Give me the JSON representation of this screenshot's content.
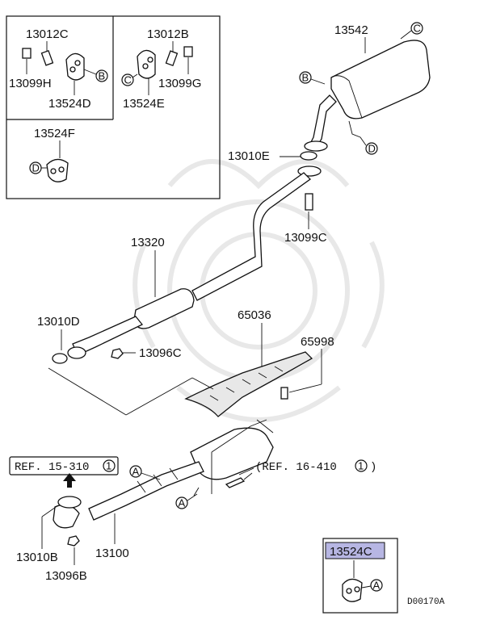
{
  "parts": {
    "p13012C": "13012C",
    "p13099H": "13099H",
    "p13524D": "13524D",
    "p13012B": "13012B",
    "p13524E": "13524E",
    "p13099G": "13099G",
    "p13524F": "13524F",
    "p13542": "13542",
    "p13010E": "13010E",
    "p13099C": "13099C",
    "p13320": "13320",
    "p13010D": "13010D",
    "p13096C": "13096C",
    "p65036": "65036",
    "p65998": "65998",
    "p13010B": "13010B",
    "p13100": "13100",
    "p13096B": "13096B",
    "p13524C": "13524C"
  },
  "callouts": {
    "A": "A",
    "B": "B",
    "C": "C",
    "D": "D"
  },
  "references": {
    "ref1_text": "REF. 15-310",
    "ref1_num": "1",
    "ref2_text": "(REF. 16-410",
    "ref2_num": "1",
    "ref2_close": ")"
  },
  "diagram_code": "D00170A",
  "colors": {
    "highlight": "#b7b6e3",
    "line": "#111111",
    "watermark": "#e6e6e6"
  }
}
